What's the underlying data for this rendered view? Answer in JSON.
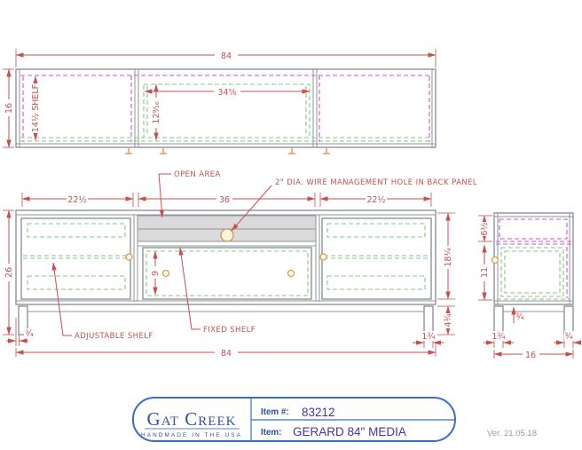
{
  "colors": {
    "dimension_red": "#c74f4e",
    "outline_gray": "#8f949b",
    "magenta_dashed": "#cc55cc",
    "green_dashed": "#85c785",
    "orange_marker": "#dd9944",
    "title_border_blue": "#3a6cc8",
    "brand_blue": "#33519e",
    "item_value_purple": "#4b2fae",
    "version_gray": "#9b9b9b"
  },
  "top_view": {
    "dims": {
      "overall_width": "84",
      "overall_depth": "16",
      "shelf_depth": "14½ SHELF",
      "opening_width": "34⅝",
      "opening_depth": "12⁹⁄₁₆"
    }
  },
  "front_view": {
    "dims": {
      "left_section_width": "22½",
      "center_section_width": "36",
      "right_section_width": "22½",
      "overall_height": "26",
      "drawer_opening_height": "9",
      "door_height": "18¼",
      "base_height": "4¾",
      "leg_inset": "¾",
      "leg_width": "1¾",
      "overall_width": "84"
    },
    "labels": {
      "open_area": "OPEN AREA",
      "wire_hole": "2\" DIA. WIRE MANAGEMENT HOLE IN BACK PANEL",
      "adjustable_shelf": "ADJUSTABLE SHELF",
      "fixed_shelf": "FIXED SHELF"
    }
  },
  "side_view": {
    "dims": {
      "top_opening_height": "6½",
      "door_opening_height": "11",
      "bottom_panel_thickness": "¾",
      "leg_width": "1¾",
      "leg_inset": "¾",
      "overall_depth": "16"
    }
  },
  "title_block": {
    "brand": "Gat Creek",
    "tagline": "HANDMADE IN THE USA",
    "item_number_label": "Item #:",
    "item_number": "83212",
    "item_label": "Item:",
    "item_name": "GERARD 84\" MEDIA",
    "version": "Ver. 21.05.18"
  }
}
